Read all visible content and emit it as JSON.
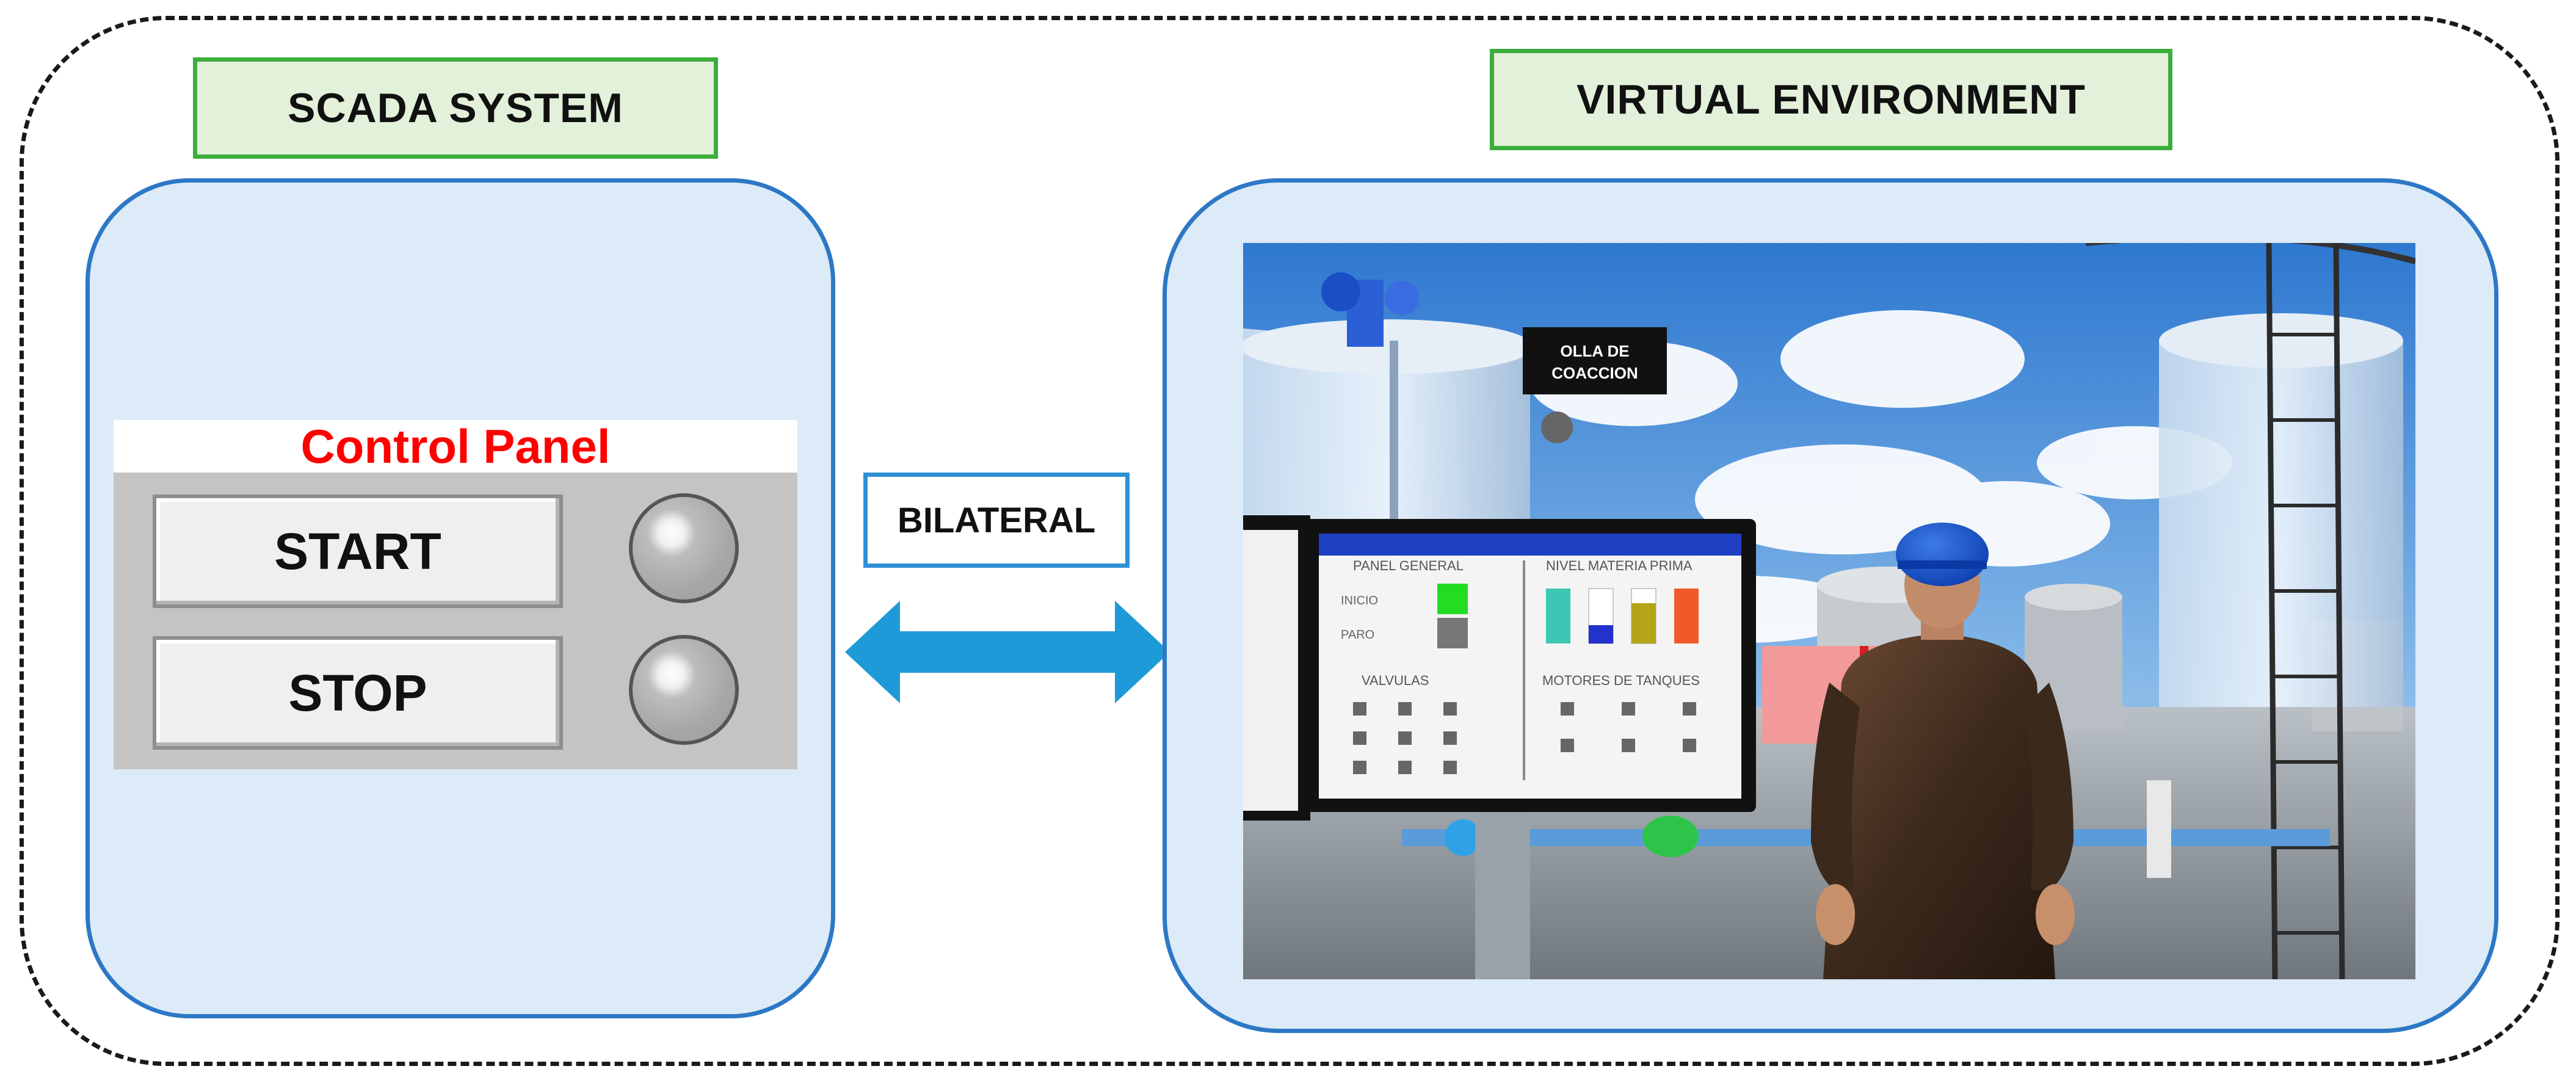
{
  "scada": {
    "title": "SCADA SYSTEM",
    "control_panel": {
      "title": "Control Panel",
      "start_label": "START",
      "stop_label": "STOP"
    }
  },
  "link": {
    "label": "BILATERAL"
  },
  "virtual": {
    "title": "VIRTUAL ENVIRONMENT",
    "scene": {
      "sign": [
        "OLLA DE",
        "COACCION"
      ],
      "hmi": {
        "panel_general": "PANEL GENERAL",
        "inicio": "INICIO",
        "paro": "PARO",
        "nivel_materia_prima": "NIVEL MATERIA PRIMA",
        "valvulas": "VALVULAS",
        "motores": "MOTORES DE TANQUES"
      }
    }
  },
  "colors": {
    "title_box_fill": "#e3f1da",
    "title_box_border": "#3cae3c",
    "panel_fill": "#dcebf7",
    "panel_border": "#2d78c6",
    "arrow": "#1f9ad8",
    "control_panel_title": "#ff0000"
  }
}
